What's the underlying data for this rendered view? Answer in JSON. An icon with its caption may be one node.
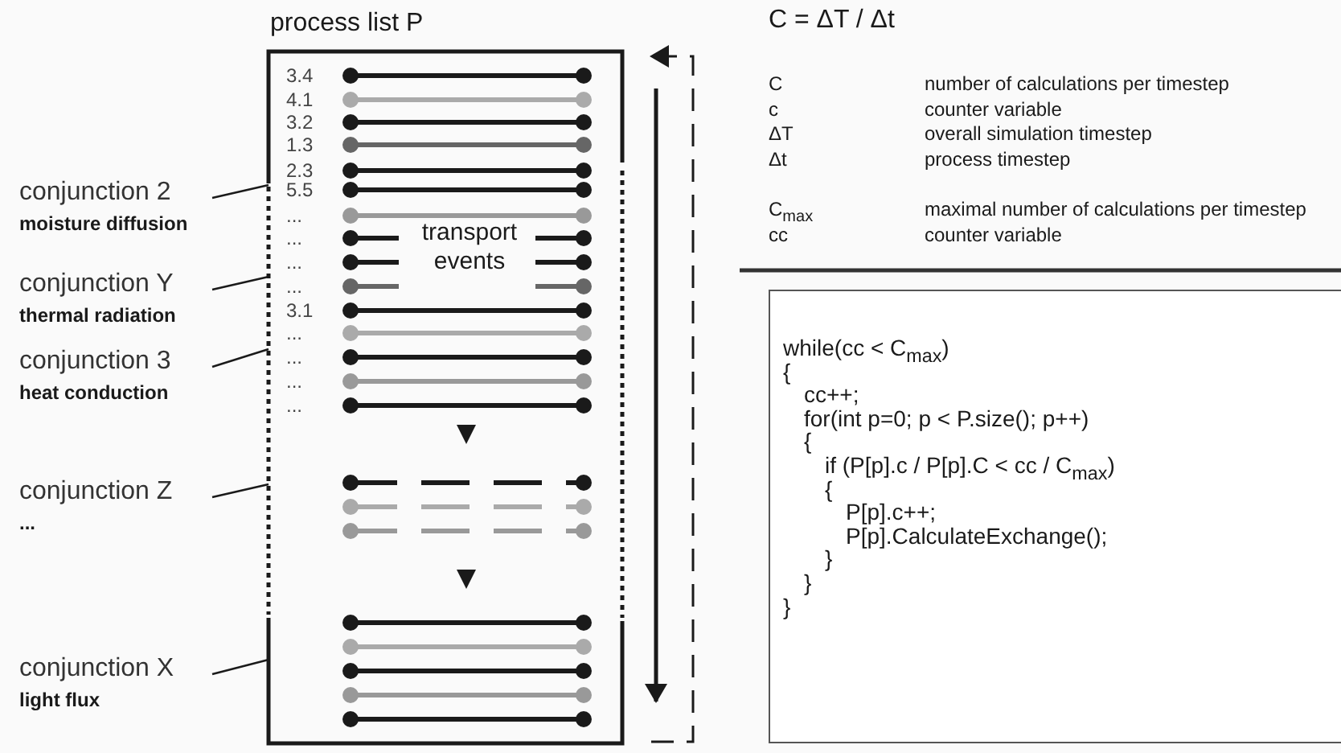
{
  "diagram": {
    "nodes": [
      {
        "text": [
          "process list P"
        ]
      },
      {
        "text": [
          "conjunction 2",
          "moisture diffusion"
        ]
      },
      {
        "text": [
          "conjunction Y",
          "thermal radiation"
        ]
      },
      {
        "text": [
          "conjunction 3",
          "heat conduction"
        ]
      },
      {
        "text": [
          "conjunction Z",
          "..."
        ]
      },
      {
        "text": [
          "conjunction X",
          "light flux"
        ]
      },
      {
        "text": [
          "while(cc < C$_{max}$)",
          "{",
          "cc++;",
          "for(int p=0; p < P.size(); p++)",
          "{",
          "if (P[p].c / P[p].C < cc / C$_{max}$)",
          "{",
          "P[p].c++;",
          "P[p].CalculateExchange();",
          "}",
          "}",
          "}"
        ]
      }
    ],
    "edges": [
      {
        "from": 1,
        "to": 0,
        "arrow": "none"
      },
      {
        "from": 2,
        "to": 0,
        "arrow": "none"
      },
      {
        "from": 3,
        "to": 0,
        "arrow": "none"
      },
      {
        "from": 4,
        "to": 0,
        "arrow": "none"
      },
      {
        "from": 5,
        "to": 0,
        "arrow": "none"
      }
    ],
    "labels": [
      "3.4",
      "4.1",
      "3.2",
      "1.3",
      "2.3",
      "5.5",
      "...",
      "...",
      "...",
      "...",
      "3.1",
      "...",
      "...",
      "...",
      "...",
      "transport events",
      "C = ΔT / Δt",
      "C",
      "number of calculations per timestep",
      "c",
      "counter variable",
      "ΔT",
      "overall simulation timestep",
      "Δt",
      "process timestep",
      "C$_{max}$",
      "maximal number of calculations per timestep",
      "cc",
      "counter variable"
    ]
  }
}
